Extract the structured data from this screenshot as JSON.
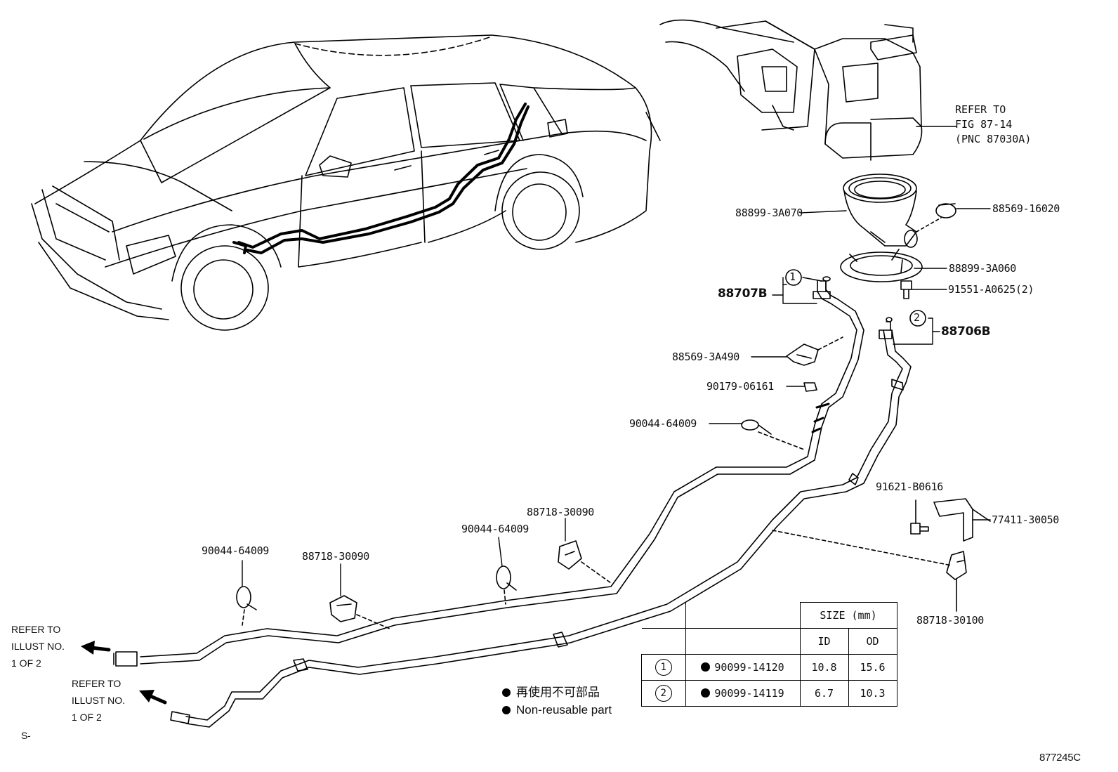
{
  "parts": {
    "p88899_3A070": "88899-3A070",
    "p88569_16020": "88569-16020",
    "p88899_3A060": "88899-3A060",
    "p91551_A0625": "91551-A0625(2)",
    "p88707B": "88707B",
    "p88706B": "88706B",
    "p88569_3A490": "88569-3A490",
    "p90179_06161": "90179-06161",
    "p90044_a": "90044-64009",
    "p90044_b": "90044-64009",
    "p90044_c": "90044-64009",
    "p88718_a": "88718-30090",
    "p88718_b": "88718-30090",
    "p91621_B0616": "91621-B0616",
    "p77411_30050": "77411-30050",
    "p88718_30100": "88718-30100",
    "circle1": "1",
    "circle2": "2"
  },
  "refs": {
    "fig": "REFER TO\nFIG 87-14\n(PNC 87030A)",
    "illust_a": "REFER TO\nILLUST NO.\n1 OF 2",
    "illust_b": "REFER TO\nILLUST NO.\n1 OF 2"
  },
  "notes": {
    "jp": "再使用不可部品",
    "en": "Non-reusable part"
  },
  "size_table": {
    "header": "SIZE (mm)",
    "col_id": "ID",
    "col_od": "OD",
    "rows": [
      {
        "mark": "1",
        "part": "90099-14120",
        "id": "10.8",
        "od": "15.6"
      },
      {
        "mark": "2",
        "part": "90099-14119",
        "id": "6.7",
        "od": "10.3"
      }
    ]
  },
  "footer": {
    "left": "S-",
    "code": "877245C"
  }
}
